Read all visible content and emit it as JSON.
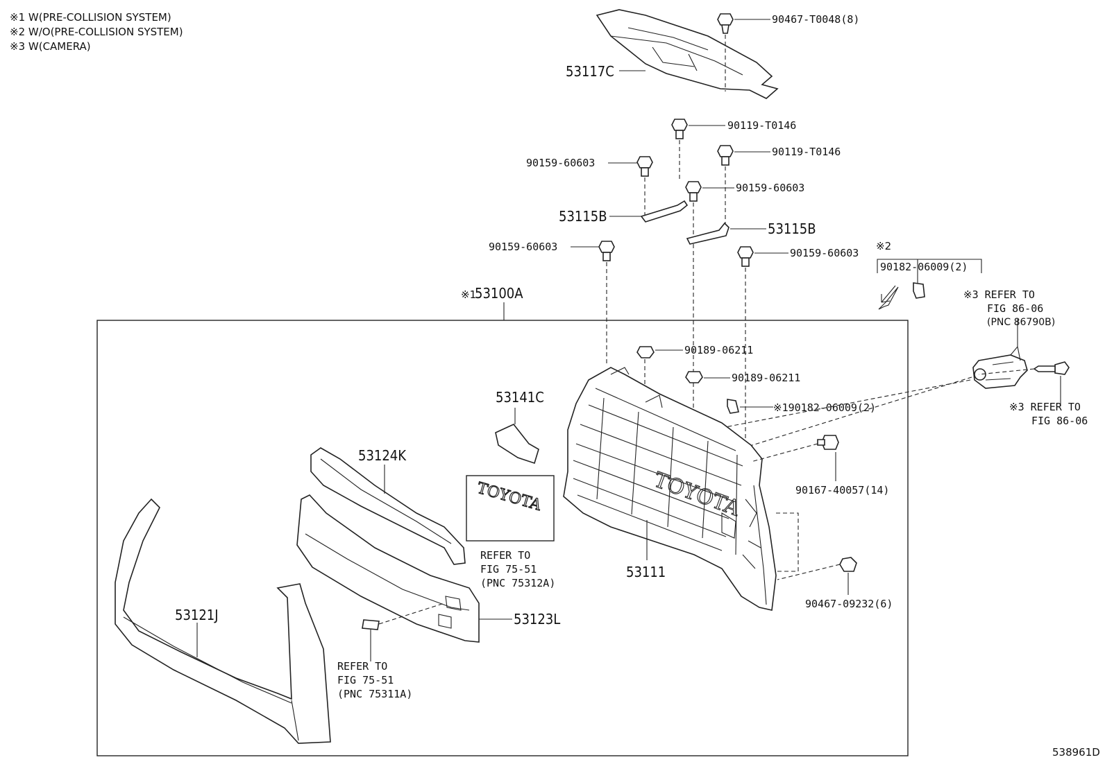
{
  "notes": [
    "※1 W(PRE-COLLISION SYSTEM)",
    "※2 W/O(PRE-COLLISION SYSTEM)",
    "※3 W(CAMERA)"
  ],
  "parts": {
    "p53117C": "53117C",
    "p90467_T0048": "90467-T0048(8)",
    "p90119_T0146_a": "90119-T0146",
    "p90119_T0146_b": "90119-T0146",
    "p90159_60603_a": "90159-60603",
    "p90159_60603_b": "90159-60603",
    "p90159_60603_c": "90159-60603",
    "p90159_60603_d": "90159-60603",
    "p53115B_a": "53115B",
    "p53115B_b": "53115B",
    "p53100A_mark": "※1",
    "p53100A": "53100A",
    "p90182_mark": "※2",
    "p90182_06009_2": "90182-06009(2)",
    "p90189_06211_a": "90189-06211",
    "p90189_06211_b": "90189-06211",
    "p90182_06009_1": "※190182-06009(2)",
    "p53141C": "53141C",
    "p53124K": "53124K",
    "p90167_40057": "90167-40057(14)",
    "p53111": "53111",
    "p90467_09232": "90467-09232(6)",
    "p53121J": "53121J",
    "p53123L": "53123L"
  },
  "emblem_text": "TOYOTA",
  "refs": {
    "ref_86790B": [
      "※3 REFER TO",
      "FIG 86-06",
      "(PNC 86790B)"
    ],
    "ref_86_06": [
      "※3 REFER TO",
      "FIG 86-06"
    ],
    "ref_75312A": [
      "REFER TO",
      "FIG 75-51",
      "(PNC 75312A)"
    ],
    "ref_75311A": [
      "REFER TO",
      "FIG 75-51",
      "(PNC 75311A)"
    ]
  },
  "illustration_id": "538961D"
}
